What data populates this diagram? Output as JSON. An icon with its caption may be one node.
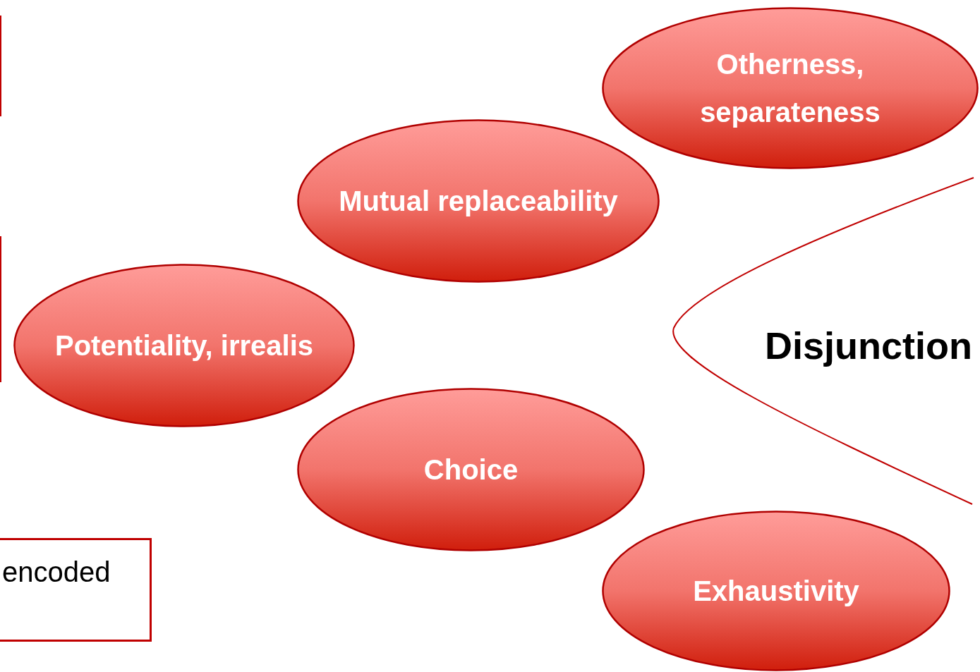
{
  "diagram": {
    "nodes": [
      {
        "text": [],
        "shape": "box"
      },
      {
        "text": [
          "Otherness, separateness"
        ]
      },
      {
        "text": [
          "Mutual replaceability"
        ]
      },
      {
        "text": [],
        "shape": "box"
      },
      {
        "text": [
          "Potentiality, irrealis"
        ]
      },
      {
        "text": [
          "Disjunction"
        ]
      },
      {
        "text": [
          "Choice"
        ]
      },
      {
        "text": [
          "encoded"
        ]
      },
      {
        "text": [
          "Exhaustivity"
        ]
      }
    ]
  }
}
